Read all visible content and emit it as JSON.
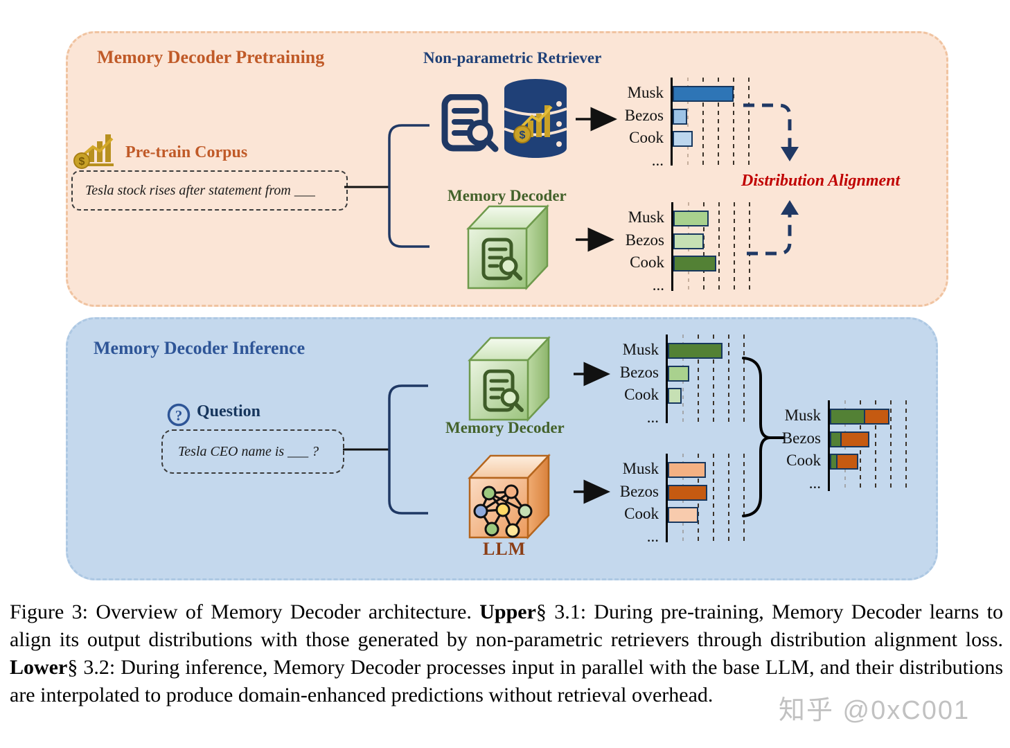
{
  "panels": {
    "pretraining": {
      "title": "Memory Decoder Pretraining",
      "retriever_title": "Non-parametric Retriever",
      "corpus_label": "Pre-train Corpus",
      "corpus_text": "Tesla stock rises after statement from ___",
      "memory_decoder_label": "Memory Decoder",
      "alignment_label": "Distribution Alignment"
    },
    "inference": {
      "title": "Memory Decoder Inference",
      "question_label": "Question",
      "question_text": "Tesla CEO name is ___ ?",
      "memory_decoder_label": "Memory Decoder",
      "llm_label": "LLM"
    }
  },
  "colors": {
    "upper_panel_bg": "#FBE5D6",
    "lower_panel_bg": "#C4D8ED",
    "pretrain_accent": "#C05A28",
    "retriever_navy": "#1F4077",
    "memory_green_dark": "#538135",
    "memory_green_mid": "#A9D18E",
    "memory_green_light": "#C6E0B4",
    "llm_orange_dark": "#C55A11",
    "llm_orange_mid": "#F4B183",
    "llm_orange_light": "#F8CBAD",
    "retriever_blue_dark": "#2E75B6",
    "retriever_blue_mid": "#9DC3E6",
    "retriever_blue_light": "#BDD7EE",
    "alignment_red": "#C00000"
  },
  "chart_data": [
    {
      "id": "retriever-dist",
      "type": "bar",
      "orientation": "horizontal",
      "title": "Non-parametric Retriever output distribution",
      "categories": [
        "Musk",
        "Bezos",
        "Cook",
        "..."
      ],
      "values": [
        4.0,
        0.95,
        1.3,
        null
      ],
      "bar_colors": [
        "#2E75B6",
        "#9DC3E6",
        "#BDD7EE"
      ],
      "unit": "gridline spacing",
      "xlim": [
        0,
        5
      ],
      "grid": true
    },
    {
      "id": "md-pretrain-dist",
      "type": "bar",
      "orientation": "horizontal",
      "title": "Memory Decoder pretraining output distribution",
      "categories": [
        "Musk",
        "Bezos",
        "Cook",
        "..."
      ],
      "values": [
        2.3,
        2.0,
        2.8,
        null
      ],
      "bar_colors": [
        "#A9D18E",
        "#C6E0B4",
        "#538135"
      ],
      "unit": "gridline spacing",
      "xlim": [
        0,
        5
      ],
      "grid": true
    },
    {
      "id": "md-infer-dist",
      "type": "bar",
      "orientation": "horizontal",
      "title": "Memory Decoder inference output distribution",
      "categories": [
        "Musk",
        "Bezos",
        "Cook",
        "..."
      ],
      "values": [
        3.6,
        1.4,
        0.9,
        null
      ],
      "bar_colors": [
        "#538135",
        "#A9D18E",
        "#C6E0B4"
      ],
      "unit": "gridline spacing",
      "xlim": [
        0,
        5
      ],
      "grid": true
    },
    {
      "id": "llm-dist",
      "type": "bar",
      "orientation": "horizontal",
      "title": "LLM output distribution",
      "categories": [
        "Musk",
        "Bezos",
        "Cook",
        "..."
      ],
      "values": [
        2.5,
        2.6,
        2.0,
        null
      ],
      "bar_colors": [
        "#F4B183",
        "#C55A11",
        "#F8CBAD"
      ],
      "unit": "gridline spacing",
      "xlim": [
        0,
        5
      ],
      "grid": true
    },
    {
      "id": "combined-dist",
      "type": "stacked-bar",
      "orientation": "horizontal",
      "title": "Interpolated distribution",
      "categories": [
        "Musk",
        "Bezos",
        "Cook",
        "..."
      ],
      "series": [
        {
          "name": "Memory Decoder",
          "color": "#538135",
          "values": [
            2.3,
            0.75,
            0.5,
            null
          ]
        },
        {
          "name": "LLM",
          "color": "#C55A11",
          "values": [
            1.7,
            1.9,
            1.45,
            null
          ]
        }
      ],
      "unit": "gridline spacing",
      "xlim": [
        0,
        5
      ],
      "grid": true
    }
  ],
  "caption": {
    "parts": [
      {
        "text": "Figure 3: Overview of Memory Decoder architecture. ",
        "bold": false
      },
      {
        "text": "Upper",
        "bold": true
      },
      {
        "text": "§ 3.1: During pre-training, Memory Decoder learns to align its output distributions with those generated by non-parametric retrievers through distribution alignment loss. ",
        "bold": false
      },
      {
        "text": "Lower",
        "bold": true
      },
      {
        "text": "§ 3.2: During inference, Memory Decoder processes input in parallel with the base LLM, and their distributions are interpolated to produce domain-enhanced predictions without retrieval overhead.",
        "bold": false
      }
    ]
  },
  "watermark": "知乎 @0xC001"
}
